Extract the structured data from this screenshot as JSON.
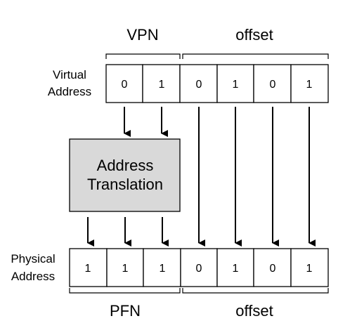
{
  "top_labels": {
    "vpn": "VPN",
    "offset": "offset"
  },
  "virtual_address": {
    "label_line1": "Virtual",
    "label_line2": "Address",
    "bits": [
      "0",
      "1",
      "0",
      "1",
      "0",
      "1"
    ]
  },
  "translation_box": {
    "line1": "Address",
    "line2": "Translation",
    "fill_color": "#d9d9d9"
  },
  "physical_address": {
    "label_line1": "Physical",
    "label_line2": "Address",
    "bits": [
      "1",
      "1",
      "1",
      "0",
      "1",
      "0",
      "1"
    ]
  },
  "bottom_labels": {
    "pfn": "PFN",
    "offset": "offset"
  }
}
